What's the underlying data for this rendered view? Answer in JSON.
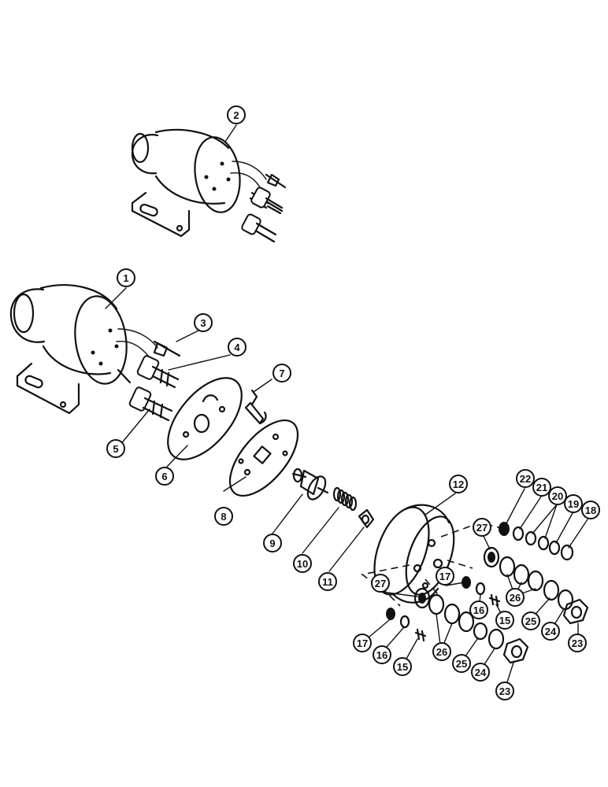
{
  "diagram": {
    "callouts": [
      {
        "label": "1"
      },
      {
        "label": "2"
      },
      {
        "label": "3"
      },
      {
        "label": "4"
      },
      {
        "label": "5"
      },
      {
        "label": "6"
      },
      {
        "label": "7"
      },
      {
        "label": "8"
      },
      {
        "label": "9"
      },
      {
        "label": "10"
      },
      {
        "label": "11"
      },
      {
        "label": "12"
      },
      {
        "label": "15"
      },
      {
        "label": "15"
      },
      {
        "label": "16"
      },
      {
        "label": "16"
      },
      {
        "label": "17"
      },
      {
        "label": "17"
      },
      {
        "label": "18"
      },
      {
        "label": "19"
      },
      {
        "label": "20"
      },
      {
        "label": "21"
      },
      {
        "label": "22"
      },
      {
        "label": "23"
      },
      {
        "label": "23"
      },
      {
        "label": "24"
      },
      {
        "label": "24"
      },
      {
        "label": "25"
      },
      {
        "label": "25"
      },
      {
        "label": "26"
      },
      {
        "label": "26"
      },
      {
        "label": "27"
      },
      {
        "label": "27"
      }
    ]
  }
}
